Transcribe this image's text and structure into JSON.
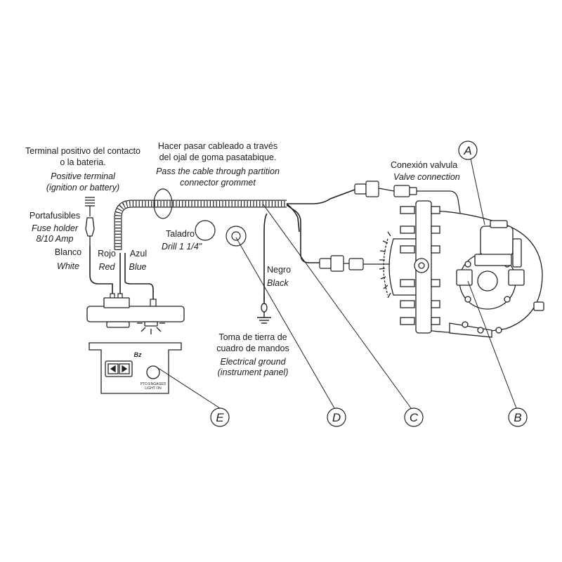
{
  "labels": {
    "positive_terminal_es_1": "Terminal positivo del contacto",
    "positive_terminal_es_2": "o la bateria.",
    "positive_terminal_en_1": "Positive terminal",
    "positive_terminal_en_2": "(ignition or battery)",
    "fuse_holder_es": "Portafusibles",
    "fuse_holder_en_1": "Fuse holder",
    "fuse_holder_en_2": "8/10 Amp",
    "white_es": "Blanco",
    "white_en": "White",
    "red_es": "Rojo",
    "red_en": "Red",
    "blue_es": "Azul",
    "blue_en": "Blue",
    "cable_es_1": "Hacer pasar cableado a través",
    "cable_es_2": "del ojal de goma pasatabique.",
    "cable_en_1": "Pass the cable through partition",
    "cable_en_2": "connector grommet",
    "drill_es": "Taladro",
    "drill_en": "Drill 1 1/4\"",
    "black_es": "Negro",
    "black_en": "Black",
    "ground_es_1": "Toma de tierra de",
    "ground_es_2": "cuadro de mandos",
    "ground_en_1": "Electrical ground",
    "ground_en_2": "(instrument panel)",
    "valve_es": "Conexión valvula",
    "valve_en": "Valve connection"
  },
  "callouts": [
    "A",
    "B",
    "C",
    "D",
    "E"
  ],
  "panel": {
    "brand": "Bz",
    "text_1": "PTO ENGAGED",
    "text_2": "LIGHT ON"
  }
}
